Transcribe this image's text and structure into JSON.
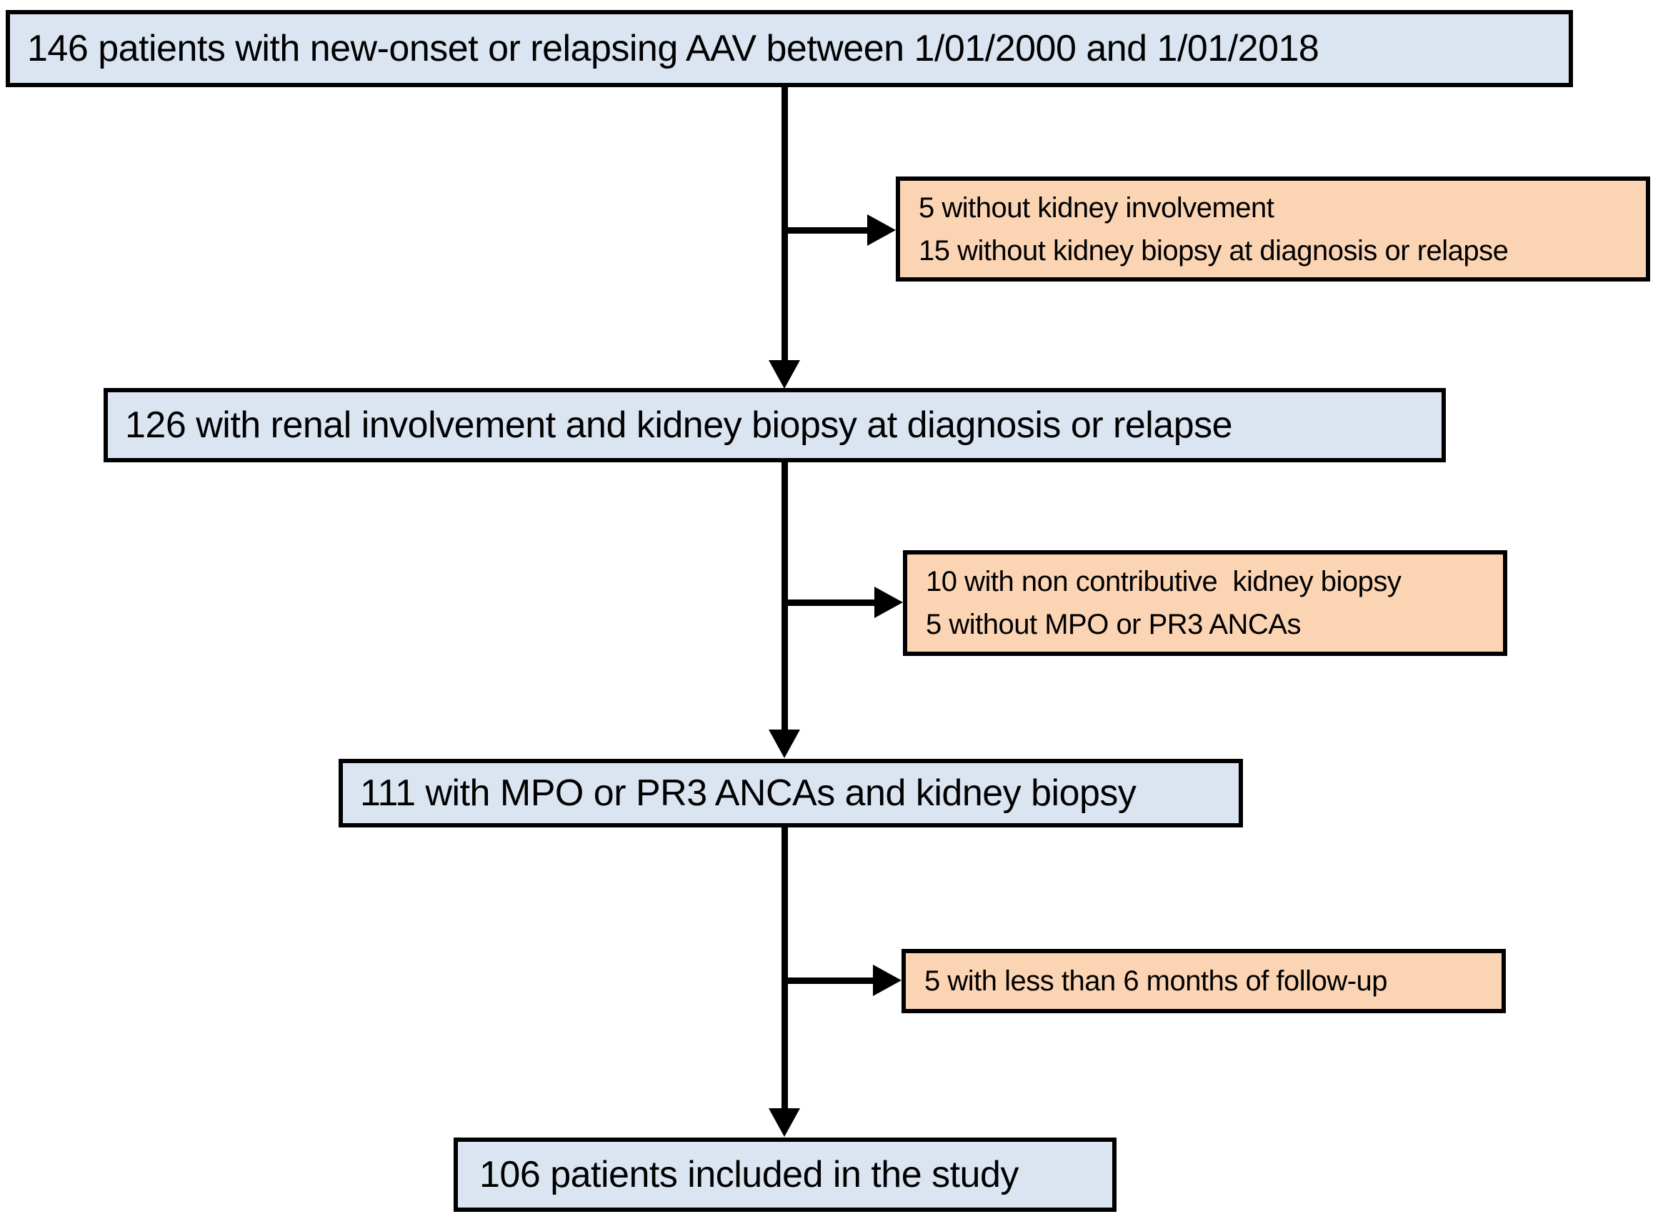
{
  "diagram": {
    "type": "patient-flow-chart",
    "colors": {
      "main_box_fill": "#dbe5f1",
      "exclusion_box_fill": "#fbd4b4",
      "border": "#000000",
      "background": "#ffffff",
      "text": "#000000"
    },
    "main_boxes": [
      {
        "label": "146 patients with new-onset or relapsing AAV between 1/01/2000 and 1/01/2018"
      },
      {
        "label": "126 with renal involvement and kidney biopsy at diagnosis or relapse"
      },
      {
        "label": "111 with MPO or PR3 ANCAs and kidney biopsy"
      },
      {
        "label": "106 patients included in the study"
      }
    ],
    "exclusion_boxes": [
      {
        "lines": [
          "5 without kidney involvement",
          "15 without kidney biopsy at diagnosis or relapse"
        ]
      },
      {
        "lines": [
          "10 with non contributive  kidney biopsy",
          "5 without MPO or PR3 ANCAs"
        ]
      },
      {
        "lines": [
          "5 with less than 6 months of follow-up"
        ]
      }
    ]
  }
}
